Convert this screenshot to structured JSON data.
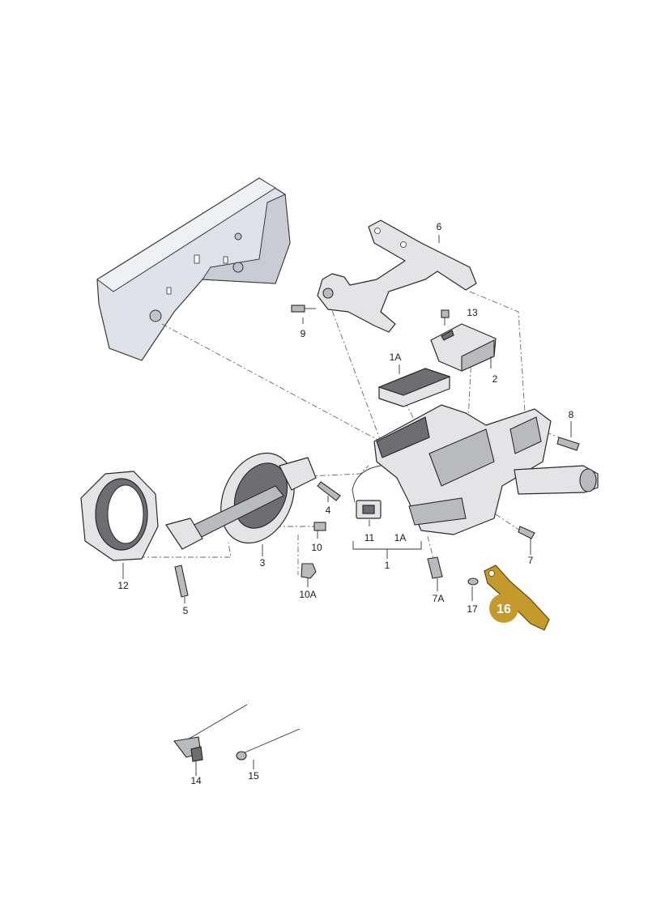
{
  "diagram": {
    "labels": {
      "p1": "1",
      "p1A_top": "1A",
      "p1A_bottom": "1A",
      "p2": "2",
      "p3": "3",
      "p4": "4",
      "p5": "5",
      "p6": "6",
      "p7": "7",
      "p7A": "7A",
      "p8": "8",
      "p9": "9",
      "p10": "10",
      "p10A": "10A",
      "p11": "11",
      "p12": "12",
      "p13": "13",
      "p14": "14",
      "p15": "15",
      "p17": "17"
    },
    "highlight": {
      "label": "16",
      "color": "#c59a2c"
    },
    "colors": {
      "line": "#2a2a2a",
      "fill_light": "#e4e4e6",
      "fill_dark": "#6e6e72",
      "body_shadow": "#c9ccd2"
    }
  }
}
